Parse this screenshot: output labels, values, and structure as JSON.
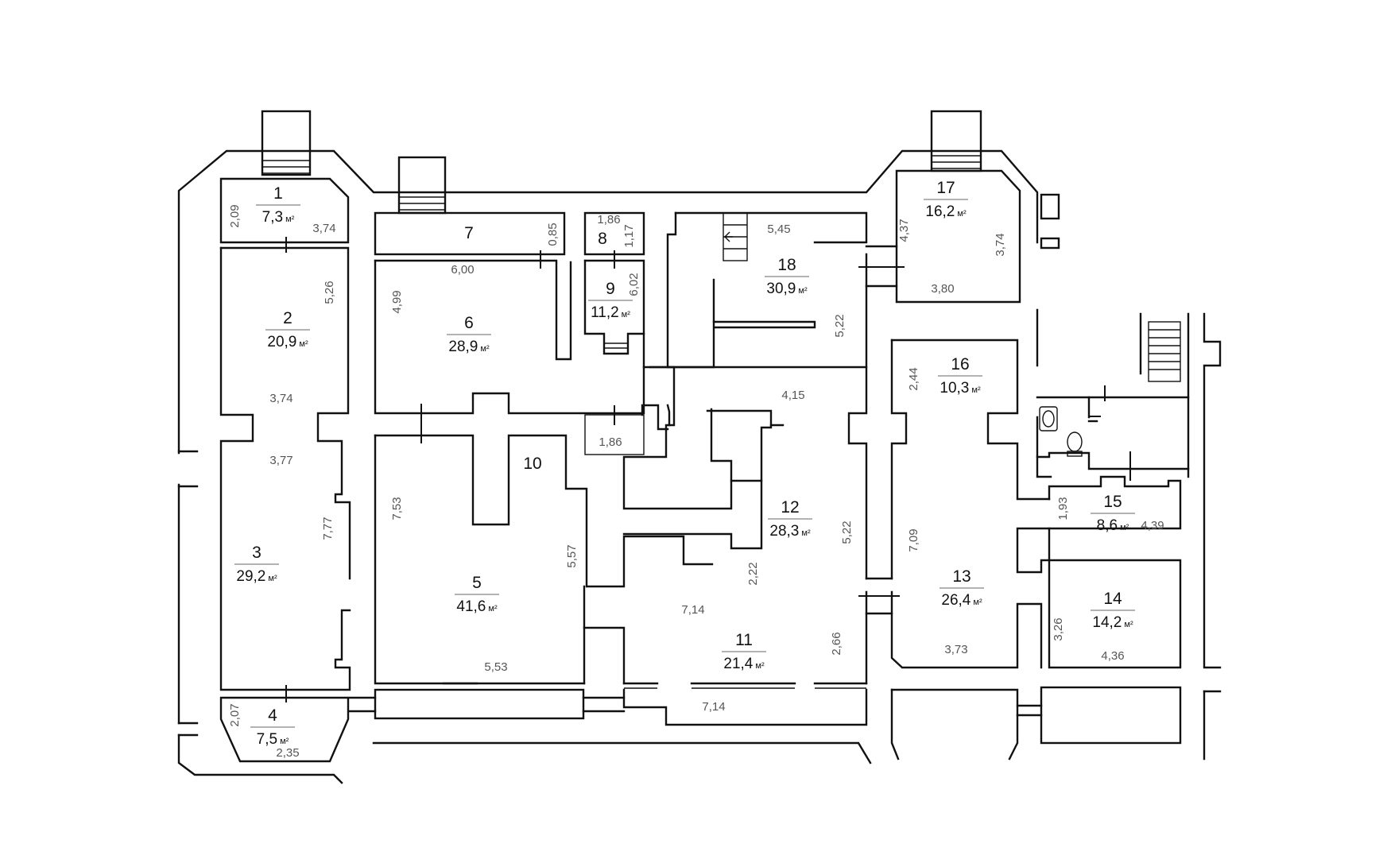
{
  "rooms": [
    {
      "id": "1",
      "area": "7,3",
      "unit": "м²"
    },
    {
      "id": "2",
      "area": "20,9",
      "unit": "м²"
    },
    {
      "id": "3",
      "area": "29,2",
      "unit": "м²"
    },
    {
      "id": "4",
      "area": "7,5",
      "unit": "м²"
    },
    {
      "id": "5",
      "area": "41,6",
      "unit": "м²"
    },
    {
      "id": "6",
      "area": "28,9",
      "unit": "м²"
    },
    {
      "id": "7",
      "area": "",
      "unit": ""
    },
    {
      "id": "8",
      "area": "",
      "unit": ""
    },
    {
      "id": "9",
      "area": "11,2",
      "unit": "м²"
    },
    {
      "id": "10",
      "area": "",
      "unit": ""
    },
    {
      "id": "11",
      "area": "21,4",
      "unit": "м²"
    },
    {
      "id": "12",
      "area": "28,3",
      "unit": "м²"
    },
    {
      "id": "13",
      "area": "26,4",
      "unit": "м²"
    },
    {
      "id": "14",
      "area": "14,2",
      "unit": "м²"
    },
    {
      "id": "15",
      "area": "8,6",
      "unit": "м²"
    },
    {
      "id": "16",
      "area": "10,3",
      "unit": "м²"
    },
    {
      "id": "17",
      "area": "16,2",
      "unit": "м²"
    },
    {
      "id": "18",
      "area": "30,9",
      "unit": "м²"
    }
  ],
  "dimensions": [
    "2,09",
    "3,74",
    "5,26",
    "3,74",
    "3,77",
    "7,77",
    "2,07",
    "2,35",
    "6,00",
    "0,85",
    "4,99",
    "1,86",
    "1,17",
    "6,02",
    "5,45",
    "7,53",
    "5,53",
    "5,57",
    "1,86",
    "4,15",
    "5,22",
    "5,22",
    "2,22",
    "7,14",
    "7,14",
    "2,66",
    "4,37",
    "3,74",
    "3,80",
    "2,44",
    "7,09",
    "3,73",
    "1,93",
    "4,39",
    "3,26",
    "4,36"
  ],
  "icons": [
    "washbasin-icon",
    "toilet-icon",
    "stairs-icon"
  ]
}
